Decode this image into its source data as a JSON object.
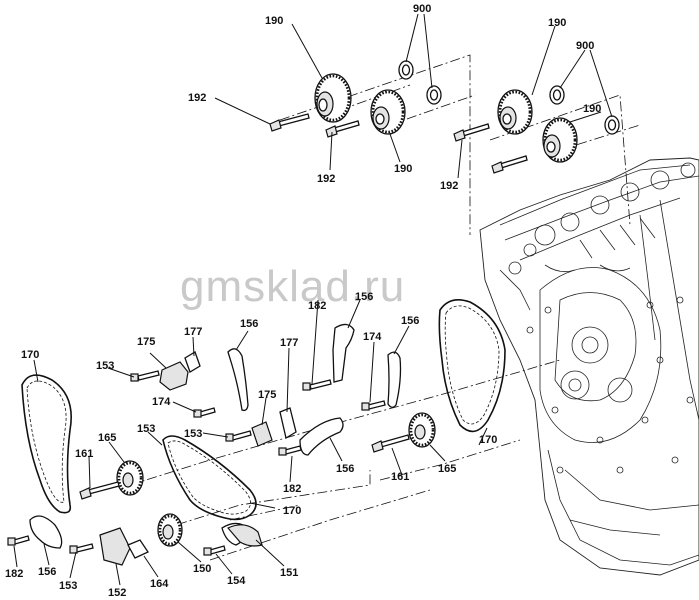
{
  "watermark": "gmsklad.ru",
  "callouts": {
    "c190a": "190",
    "c900a": "900",
    "c190b": "190",
    "c900b": "900",
    "c192a": "192",
    "c192b": "192",
    "c190c": "190",
    "c190d": "190",
    "c192c": "192",
    "c182a": "182",
    "c156a": "156",
    "c177a": "177",
    "c175a": "175",
    "c156b": "156",
    "c153a": "153",
    "c177b": "177",
    "c174a": "174",
    "c156c": "156",
    "c170a": "170",
    "c174b": "174",
    "c175b": "175",
    "c153b": "153",
    "c153c": "153",
    "c165a": "165",
    "c161a": "161",
    "c156d": "156",
    "c182b": "182",
    "c170b": "170",
    "c161b": "161",
    "c165b": "165",
    "c170c": "170",
    "c182c": "182",
    "c156e": "156",
    "c153d": "153",
    "c152": "152",
    "c164": "164",
    "c150": "150",
    "c154": "154",
    "c151": "151"
  }
}
